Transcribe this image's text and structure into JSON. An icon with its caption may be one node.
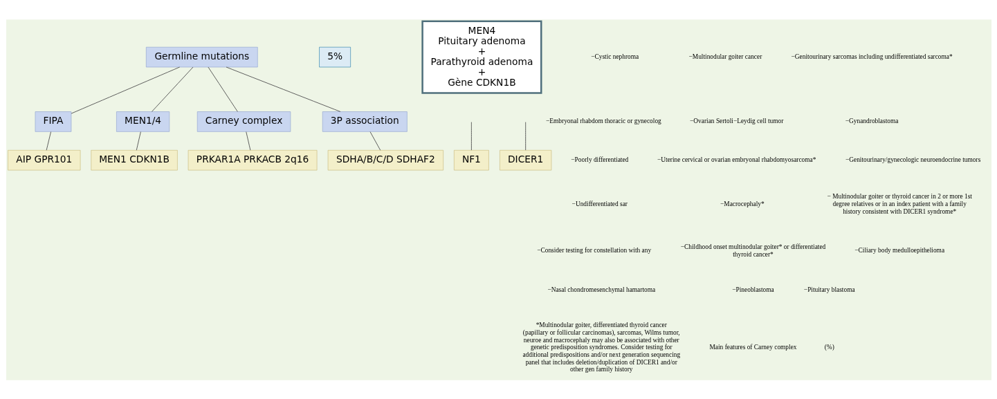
{
  "diagram": {
    "nodes": [
      {
        "text": [
          "Germline mutations"
        ]
      },
      {
        "text": [
          "5%"
        ]
      },
      {
        "text": [
          "FIPA"
        ]
      },
      {
        "text": [
          "MEN1/4"
        ]
      },
      {
        "text": [
          "Carney complex"
        ]
      },
      {
        "text": [
          "3P association"
        ]
      },
      {
        "text": [
          "AIP GPR101"
        ]
      },
      {
        "text": [
          "MEN1 CDKN1B"
        ]
      },
      {
        "text": [
          "PRKAR1A PRKACB 2q16"
        ]
      },
      {
        "text": [
          "SDHA/B/C/D SDHAF2"
        ]
      },
      {
        "text": [
          "NF1"
        ]
      },
      {
        "text": [
          "DICER1"
        ]
      },
      {
        "text": [
          "MEN4",
          "Pituitary adenoma",
          "+",
          "Parathyroid adenoma",
          "+",
          "Gène CDKN1B"
        ]
      }
    ],
    "edges": [
      {
        "from": 0,
        "to": 2,
        "arrow": "none"
      },
      {
        "from": 0,
        "to": 3,
        "arrow": "none"
      },
      {
        "from": 0,
        "to": 4,
        "arrow": "none"
      },
      {
        "from": 0,
        "to": 5,
        "arrow": "none"
      },
      {
        "from": 2,
        "to": 6,
        "arrow": "none"
      },
      {
        "from": 3,
        "to": 7,
        "arrow": "none"
      },
      {
        "from": 4,
        "to": 8,
        "arrow": "none"
      },
      {
        "from": 5,
        "to": 9,
        "arrow": "none"
      },
      {
        "from": null,
        "to": 10,
        "arrow": "none"
      },
      {
        "from": null,
        "to": 11,
        "arrow": "none"
      }
    ],
    "labels": [
      "−Cystic nephroma",
      "−Multinodular goiter cancer",
      "−Genitourinary sarcomas including undifferentiated sarcoma*",
      "−Embryonal rhabdom thoracic or gynecolog",
      "−Ovarian Sertoli−Leydig cell tumor",
      "−Gynandroblastoma",
      "−Poorly differentiated",
      "−Uterine cervical or ovarian embryonal rhabdomyosarcoma*",
      "−Genitourinary/gynecologic neuroendocrine tumors",
      "−Undifferentiated sar",
      "−Macrocephaly*",
      "− Multinodular goiter or thyroid cancer in 2 or more 1st degree relatives or in an index patient with a family history consistent with DICER1 syndrome*",
      "−Consider testing for constellation with any",
      "−Childhood onset multinodular goiter* or differentiated thyroid cancer*",
      "−Ciliary body medulloepithelioma",
      "−Nasal chondromesenchymal hamartoma",
      "−Pineoblastoma",
      "−Pituitary blastoma",
      "*Multinodular goiter, differentiated thyroid cancer (papillary or follicular carcinomas), sarcomas, Wilms tumor, neuroe and macrocephaly may also be associated with other genetic predisposition syndromes. Consider testing for additional predispositions and/or next generation sequencing panel that includes deletion/duplication of DICER1 and/or other gen family history",
      "Main features of Carney complex",
      "(%)"
    ]
  }
}
